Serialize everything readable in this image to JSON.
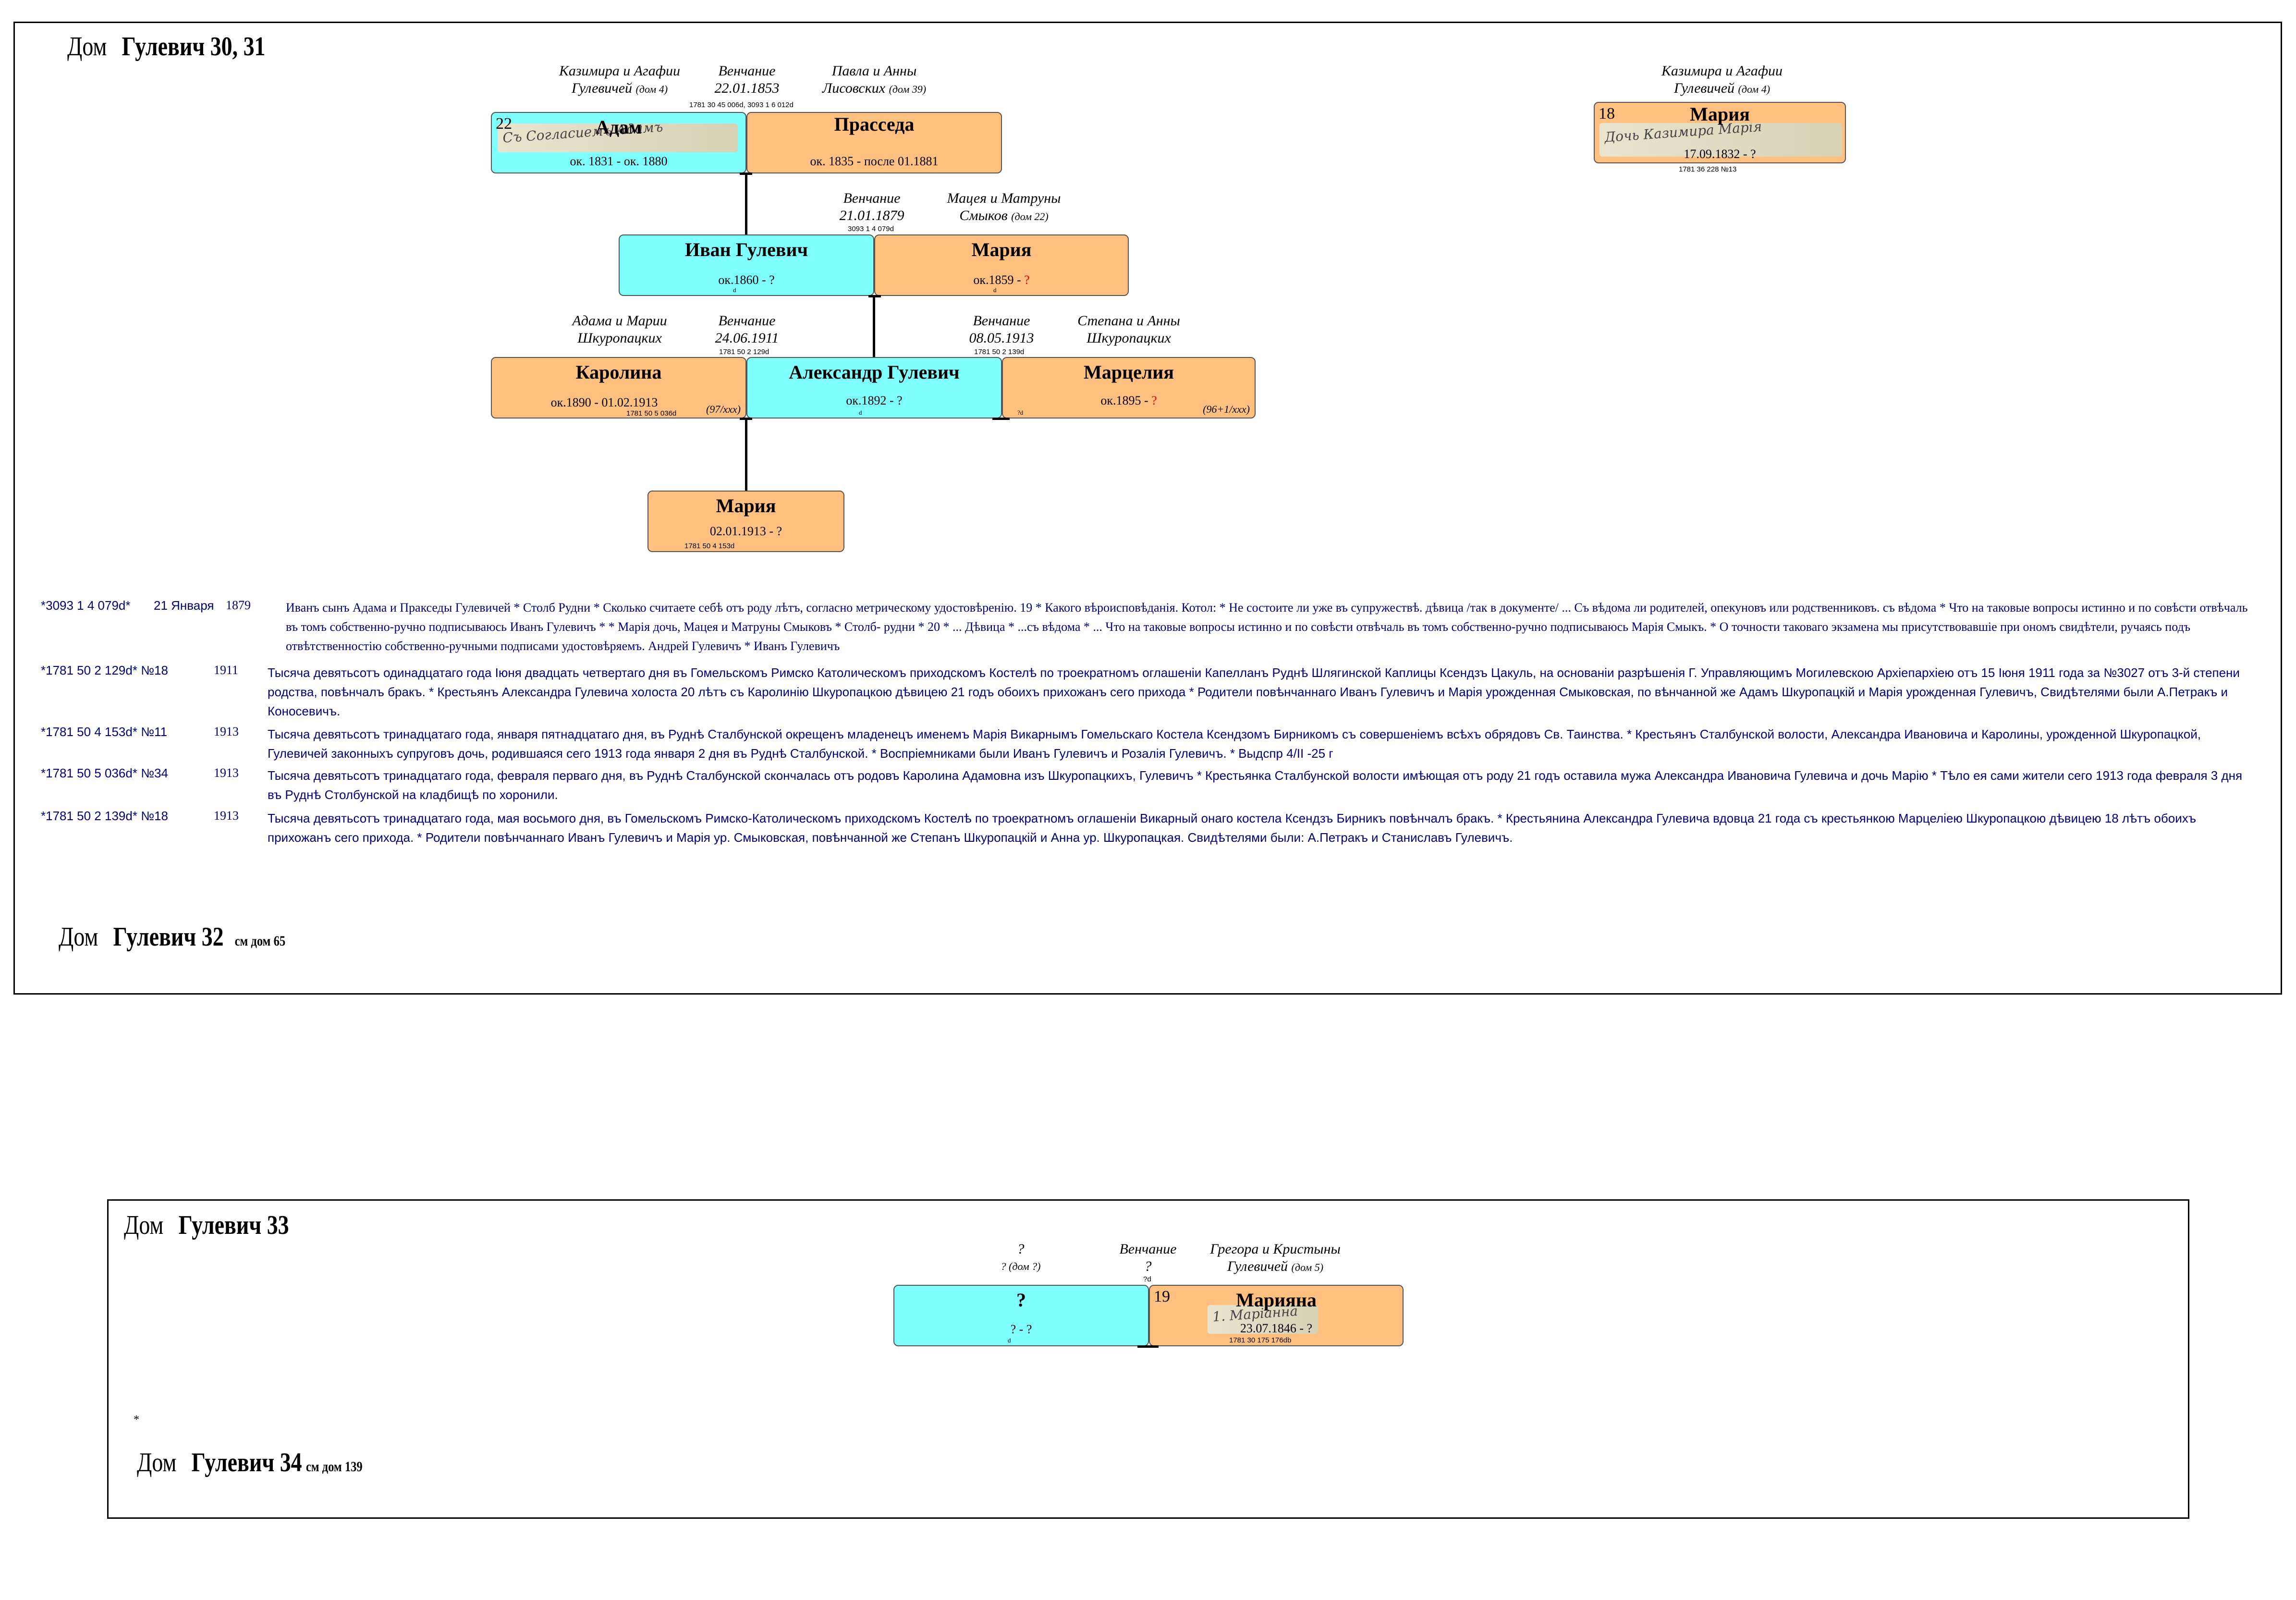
{
  "frame1": {
    "title_dom": "Дом",
    "title_name": "Гулевич 30, 31",
    "persons": {
      "adam": {
        "num": "22",
        "name": "Адам",
        "dates": "ок. 1831 - ок. 1880",
        "signature": "Съ Согласиемъ Адамъ"
      },
      "praskeda": {
        "name": "Прасседа",
        "dates": "ок. 1835 - после 01.1881"
      },
      "maria18": {
        "num": "18",
        "name": "Мария",
        "dates": "17.09.1832 - ?",
        "ref": "1781 36 228 №13",
        "signature": "Дочь Казимира Марія"
      },
      "ivan": {
        "name": "Иван Гулевич",
        "dates_a": "ок.1860 - ",
        "dates_q": "?",
        "tag": "d"
      },
      "maria_ivan": {
        "name": "Мария",
        "dates_a": "ок.1859 - ",
        "dates_q": "?",
        "tag": "d"
      },
      "karolina": {
        "name": "Каролина",
        "dates": "ок.1890 - 01.02.1913",
        "ref": "1781 50 5 036d",
        "note": "(97/ххх)"
      },
      "alexandr": {
        "name": "Александр Гулевич",
        "dates": "ок.1892 - ?",
        "tag": "d"
      },
      "marcelia": {
        "name": "Марцелия",
        "dates_a": "ок.1895 - ",
        "dates_q": "?",
        "tag": "?d",
        "note": "(96+1/ххх)"
      },
      "maria_child": {
        "name": "Мария",
        "dates": "02.01.1913 - ?",
        "ref": "1781 50 4 153d"
      }
    },
    "labels": {
      "adam_parents": [
        "Казимира и Агафии",
        "Гулевичей",
        "(дом 4)"
      ],
      "wedding1": [
        "Венчание",
        "22.01.1853"
      ],
      "praskeda_parents": [
        "Павла и Анны",
        "Лисовских",
        "(дом 39)"
      ],
      "wedding1_ref": "1781 30 45 006d, 3093 1 6 012d",
      "maria18_parents": [
        "Казимира и Агафии",
        "Гулевичей",
        "(дом 4)"
      ],
      "wedding2": [
        "Венчание",
        "21.01.1879"
      ],
      "wedding2_ref": "3093 1 4 079d",
      "maria_ivan_parents": [
        "Мацея и Матруны",
        "Смыков",
        "(дом 22)"
      ],
      "karolina_parents": [
        "Адама и Марии",
        "Шкуропацких"
      ],
      "wedding3": [
        "Венчание",
        "24.06.1911"
      ],
      "wedding3_ref": "1781 50 2 129d",
      "wedding4": [
        "Венчание",
        "08.05.1913"
      ],
      "wedding4_ref": "1781 50 2 139d",
      "marcelia_parents": [
        "Степана и Анны",
        "Шкуропацких"
      ]
    },
    "records": [
      {
        "ref": "*3093 1 4 079d*",
        "date": "21 Января",
        "year": "1879",
        "text": "Иванъ сынъ Адама и Пракседы Гулевичей * Столб Рудни * Сколько считаете себѣ отъ роду лѣтъ, согласно метрическому удостовѣренію. 19 * Какого вѣроисповѣданія. Котол: * Не состоите ли уже въ супружествѣ. дѣвица /так в документе/ ... Съ вѣдома ли родителей, опекуновъ или родственниковъ. съ вѣдома * Что на таковые вопросы истинно и по совѣсти отвѣчаль въ томъ собственно-ручно подписываюсь Иванъ Гулевичъ * * Марія дочь, Мацея и Матруны Смыковъ * Столб- рудни * 20 * ... Дѣвица * ...съ вѣдома * ... Что на таковые вопросы истинно и по совѣсти отвѣчаль въ томъ собственно-ручно подписываюсь Марія Смыкъ. * О точности таковаго экзамена мы присутствовавшіе при ономъ свидѣтели, ручаясь подъ отвѣтственностію собственно-ручными подписами удостовѣряемъ. Андрей Гулевичъ * Иванъ Гулевичъ"
      },
      {
        "ref": "*1781 50 2 129d* №18",
        "date": "",
        "year": "1911",
        "text": "Тысяча девятьсотъ одинадцатаго года Іюня двадцать четвертаго дня въ Гомельскомъ Римско Католическомъ приходскомъ Костелѣ по троекратномъ оглашеніи Капелланъ Руднѣ Шлягинской Каплицы Ксендзъ Цакуль, на основаніи разрѣшенія Г. Управляющимъ Могилевскою Архіепархіею отъ 15 Іюня 1911 года за №3027 отъ 3-й степени родства, повѣнчалъ бракъ. * Крестьянъ Александра Гулевича холоста 20 лѣтъ съ Каролинію Шкуропацкою дѣвицею 21 годъ обоихъ прихожанъ сего прихода * Родители повѣнчаннаго Иванъ Гулевичъ и Марія урожденная Смыковская, по вѣнчанной же Адамъ Шкуропацкій и Марія урожденная Гулевичъ, Свидѣтелями были А.Петракъ и Коносевичъ."
      },
      {
        "ref": "*1781 50 4 153d* №11",
        "date": "",
        "year": "1913",
        "text": "Тысяча девятьсотъ тринадцатаго года, января пятнадцатаго дня, въ Руднѣ Сталбунской окрещенъ младенецъ именемъ Марія Викарнымъ Гомельскаго Костела Ксендзомъ Бирникомъ съ совершеніемъ всѣхъ обрядовъ Св. Таинства. * Крестьянъ Сталбунской волости, Александра Ивановича и Каролины, урожденной Шкуропацкой, Гулевичей законныхъ супруговъ дочь, родившаяся сего 1913 года января 2 дня въ Руднѣ Сталбунской. * Воспріемниками были Иванъ Гулевичъ и Розалія Гулевичъ. * Выдспр 4/II -25 г"
      },
      {
        "ref": "*1781 50 5 036d* №34",
        "date": "",
        "year": "1913",
        "text": "Тысяча девятьсотъ тринадцатаго года, февраля перваго дня, въ Руднѣ Сталбунской скончалась отъ родовъ Каролина Адамовна изъ Шкуропацкихъ, Гулевичъ * Крестьянка Сталбунской волости имѣющая отъ роду 21 годъ оставила мужа Александра Ивановича Гулевича и дочь Марію * Тѣло ея сами жители сего 1913 года февраля 3 дня въ Руднѣ Столбунской на кладбищѣ по хоронили."
      },
      {
        "ref": "*1781 50 2 139d* №18",
        "date": "",
        "year": "1913",
        "text": "Тысяча девятьсотъ тринадцатаго года, мая восьмого дня, въ Гомельскомъ Римско-Католическомъ приходскомъ Костелѣ по троекратномъ оглашеніи Викарный онаго костела Ксендзъ Бирникъ повѣнчалъ бракъ. * Крестьянина Александра Гулевича вдовца 21 года съ крестьянкою Марцеліею Шкуропацкою дѣвицею 18 лѣтъ обоихъ прихожанъ сего прихода. * Родители повѣнчаннаго Иванъ Гулевичъ и Марія ур. Смыковская, повѣнчанной же Степанъ Шкуропацкій и Анна ур. Шкуропацкая. Свидѣтелями были: А.Петракъ и Станиславъ Гулевичъ."
      }
    ],
    "house32": {
      "dom": "Дом",
      "name": "Гулевич 32",
      "see": "см дом 65"
    }
  },
  "frame2": {
    "title_dom": "Дом",
    "title_name": "Гулевич 33",
    "unknown_parents": [
      "?",
      "? (дом ?)"
    ],
    "wedding": [
      "Венчание",
      "?"
    ],
    "wedding_tag": "?d",
    "mariana_parents": [
      "Грегора и Кристыны",
      "Гулевичей",
      "(дом 5)"
    ],
    "persons": {
      "unknown": {
        "name": "?",
        "dates": "? - ?",
        "tag": "d"
      },
      "mariana": {
        "num": "19",
        "name": "Марияна",
        "dates": "23.07.1846 - ?",
        "ref": "1781 30 175 176db",
        "signature": "1. Маріанна"
      }
    },
    "dot": "*",
    "house34": {
      "dom": "Дом",
      "name": "Гулевич 34",
      "see": "см дом 139"
    }
  }
}
